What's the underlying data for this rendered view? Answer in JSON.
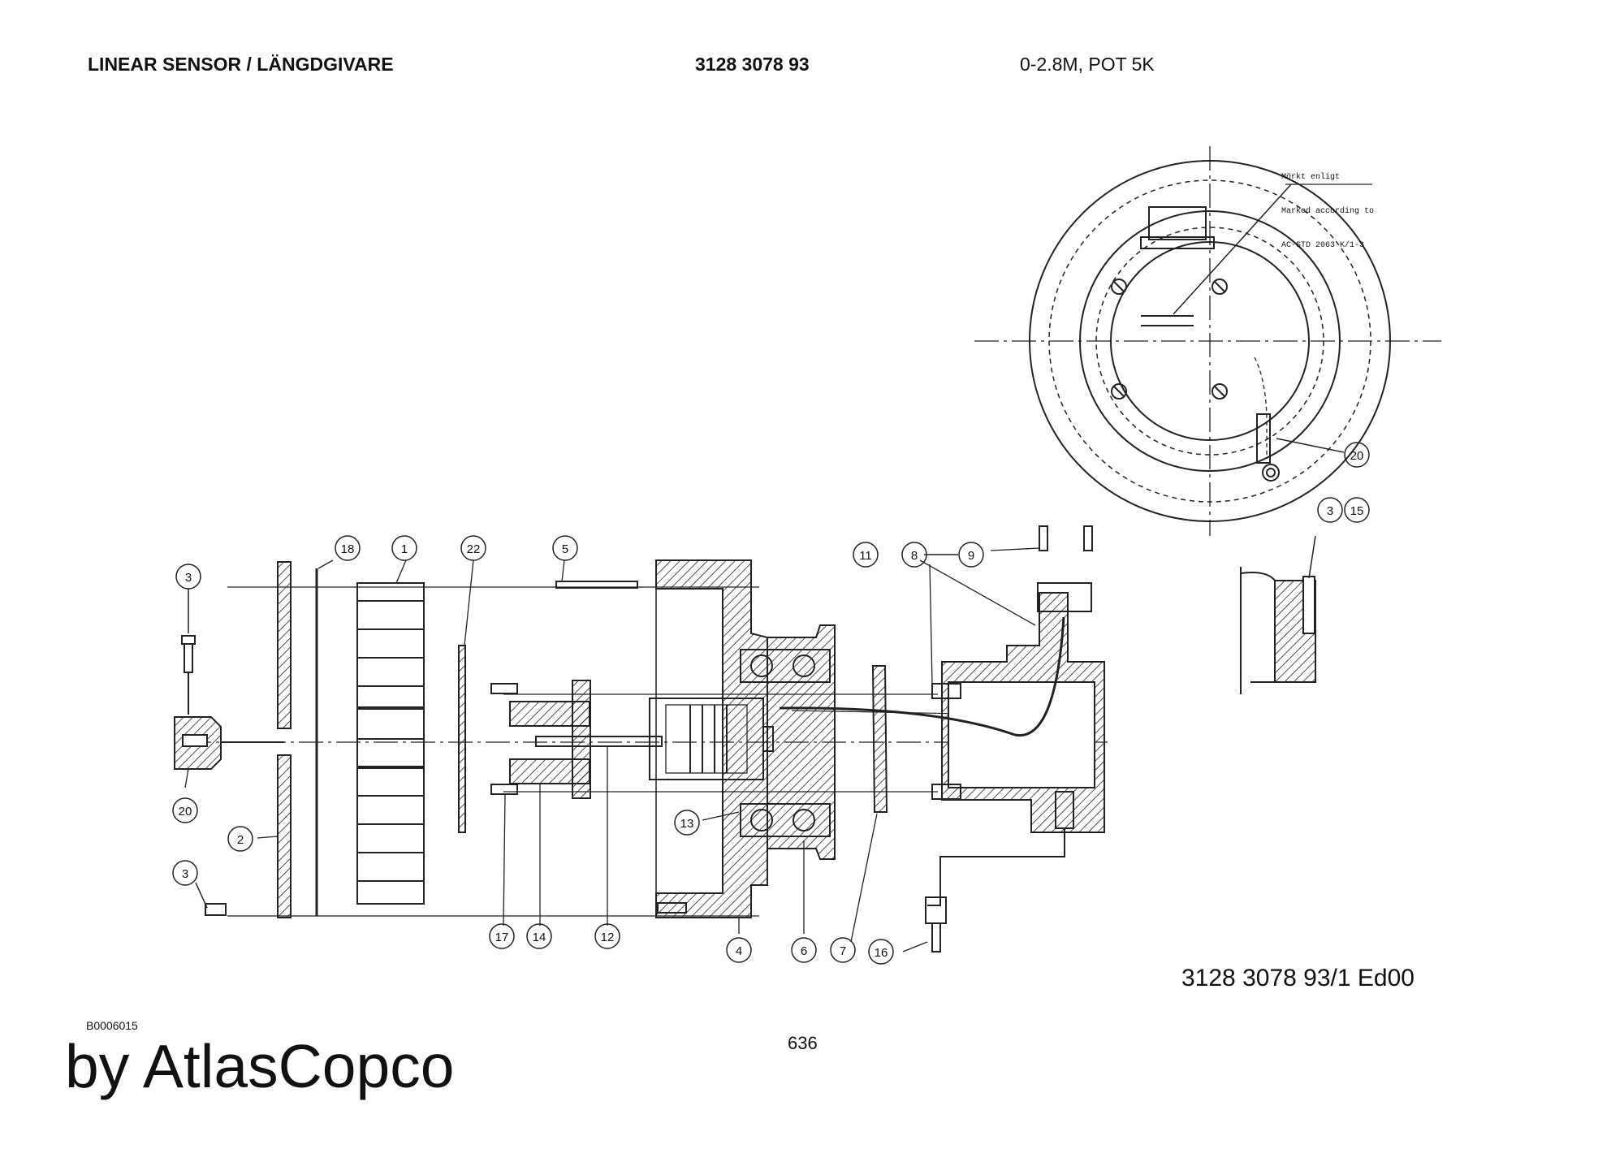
{
  "header": {
    "title": "LINEAR SENSOR / LÄNGDGIVARE",
    "part_number": "3128 3078 93",
    "spec": "0-2.8M, POT 5K"
  },
  "diagram": {
    "note_lines": [
      "Mörkt enligt",
      "Marked according to",
      "AC-STD 2063 K/1-3"
    ],
    "balloons": {
      "b1": "1",
      "b2": "2",
      "b3a": "3",
      "b3b": "3",
      "b3c": "3",
      "b4": "4",
      "b5": "5",
      "b6": "6",
      "b7": "7",
      "b8": "8",
      "b9": "9",
      "b11": "11",
      "b12": "12",
      "b13": "13",
      "b14": "14",
      "b15": "15",
      "b16": "16",
      "b17": "17",
      "b18": "18",
      "b20a": "20",
      "b20b": "20",
      "b22": "22"
    }
  },
  "footer": {
    "drawing_number": "3128 3078 93/1  Ed00",
    "doc_code": "B0006015",
    "page_number": "636",
    "brand": "by AtlasCopco"
  }
}
